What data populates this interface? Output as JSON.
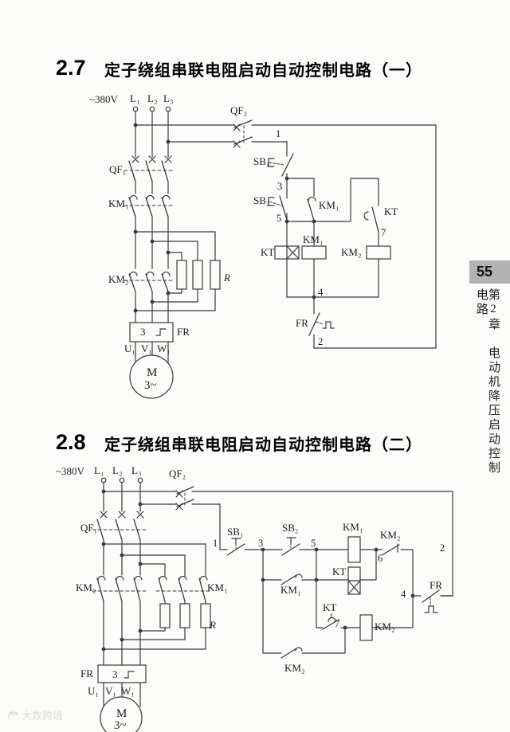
{
  "page": {
    "page_number": "55",
    "chapter_vertical": "第2章　电动机降压启动控制电路",
    "watermark": "大数跨境"
  },
  "sections": {
    "s1": {
      "number": "2.7",
      "title": "定子绕组串联电阻启动自动控制电路（一）"
    },
    "s2": {
      "number": "2.8",
      "title": "定子绕组串联电阻启动自动控制电路（二）"
    }
  },
  "labels": {
    "voltage": "~380V",
    "l1": "L₁",
    "l2": "L₂",
    "l3": "L₃",
    "qf1": "QF₁",
    "qf2": "QF₂",
    "km1": "KM₁",
    "km2": "KM₂",
    "sb1": "SB₁",
    "sb2": "SB₂",
    "kt": "KT",
    "fr": "FR",
    "r": "R",
    "fr_heater": "3",
    "u1": "U₁",
    "v1": "V₁",
    "w1": "W₁",
    "motor": "M",
    "motor_phase": "3~",
    "n1": "1",
    "n2": "2",
    "n3": "3",
    "n4": "4",
    "n5": "5",
    "n6": "6",
    "n7": "7"
  }
}
